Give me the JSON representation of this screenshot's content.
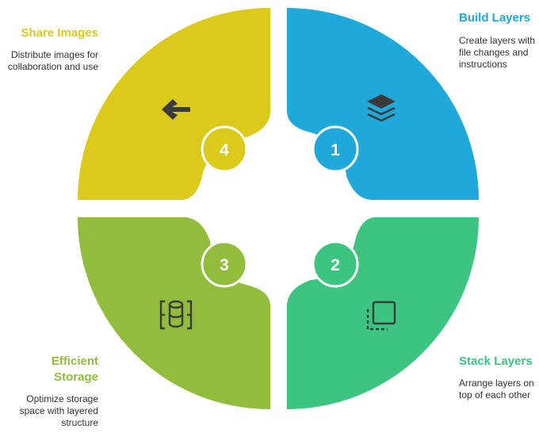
{
  "colors": {
    "build": "#1fa8da",
    "stack": "#3cc481",
    "storage": "#92bc3b",
    "share": "#dbc91c",
    "ring": "#ffffff",
    "icon": "#3a3a3a"
  },
  "steps": [
    {
      "number": "1",
      "title": "Build Layers",
      "description": [
        "Create layers with",
        "file changes and",
        "instructions"
      ],
      "icon": "stacked-layers-icon"
    },
    {
      "number": "2",
      "title": "Stack Layers",
      "description": [
        "Arrange layers on",
        "top of each other"
      ],
      "icon": "overlapping-squares-icon"
    },
    {
      "number": "3",
      "title": [
        "Efficient",
        "Storage"
      ],
      "description": [
        "Optimize storage",
        "space with layered",
        "structure"
      ],
      "icon": "database-icon"
    },
    {
      "number": "4",
      "title": "Share Images",
      "description": [
        "Distribute images for",
        "collaboration and use"
      ],
      "icon": "arrow-left-icon"
    }
  ]
}
